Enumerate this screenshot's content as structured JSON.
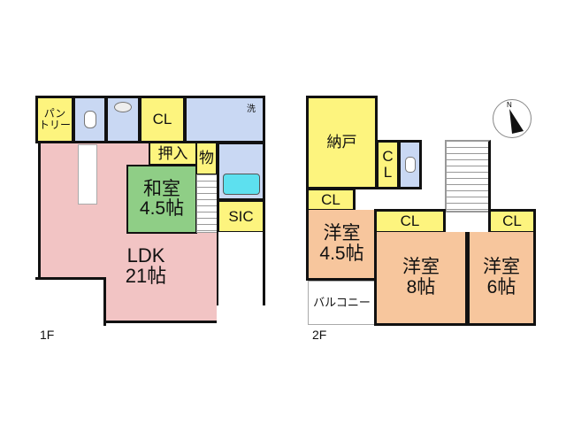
{
  "floor1": {
    "label": "1F",
    "rooms": {
      "pantry": "パン\nトリー",
      "closet": "CL",
      "laundry": "洗",
      "oshiire": "押入",
      "storage": "物",
      "washitsu_name": "和室",
      "washitsu_size": "4.5帖",
      "sic": "SIC",
      "ldk_name": "LDK",
      "ldk_size": "21帖"
    }
  },
  "floor2": {
    "label": "2F",
    "rooms": {
      "nando": "納戸",
      "closet_vertical": "C\nL",
      "closet_a": "CL",
      "closet_b": "CL",
      "closet_c": "CL",
      "room_a_name": "洋室",
      "room_a_size": "4.5帖",
      "room_b_name": "洋室",
      "room_b_size": "8帖",
      "room_c_name": "洋室",
      "room_c_size": "6帖",
      "balcony": "バルコニー"
    }
  },
  "compass": {
    "north": "N"
  }
}
